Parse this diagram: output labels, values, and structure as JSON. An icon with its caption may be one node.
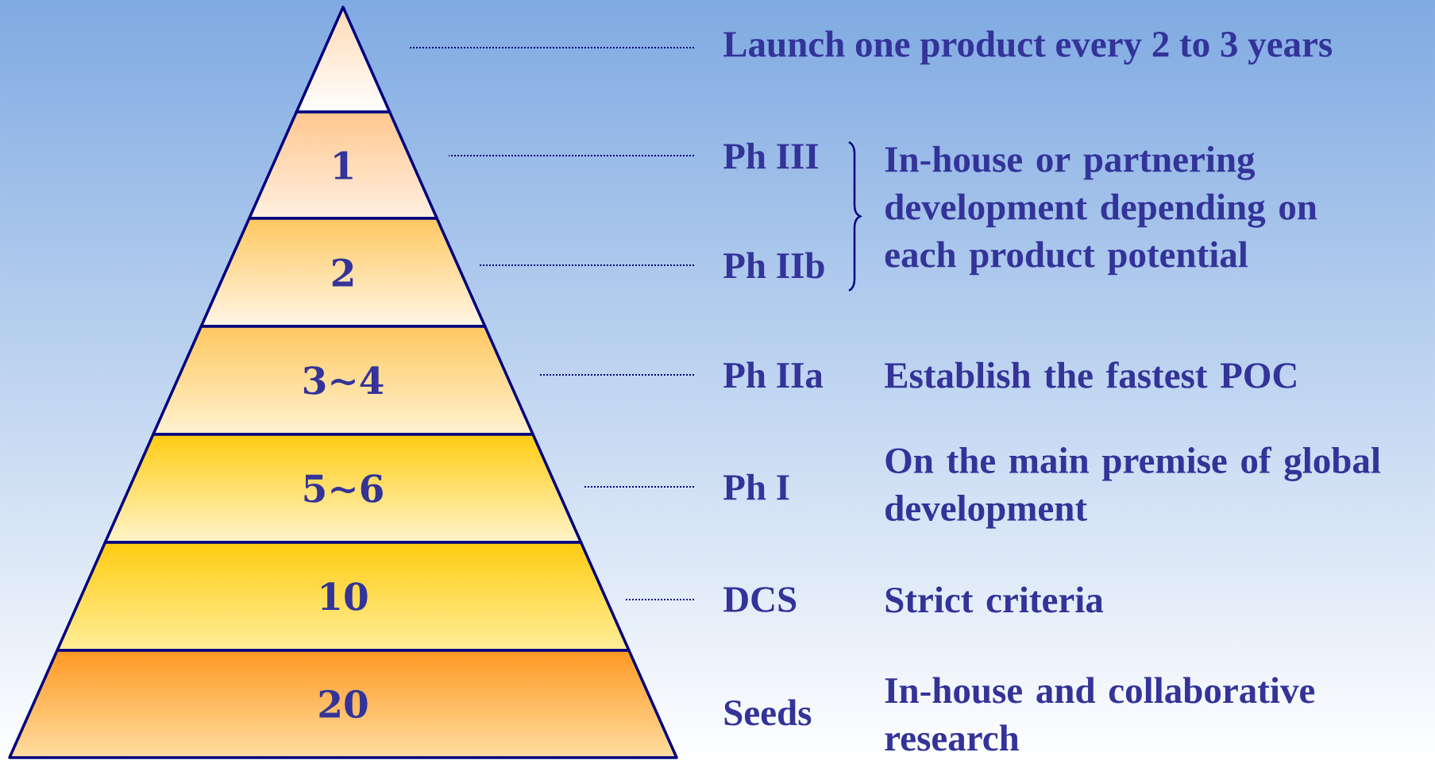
{
  "diagram": {
    "nodes": [
      {
        "text": [],
        "shape": "triangle"
      },
      {
        "text": [
          "1"
        ]
      },
      {
        "text": [
          "2"
        ]
      },
      {
        "text": [
          "3∼4"
        ]
      },
      {
        "text": [
          "5∼6"
        ]
      },
      {
        "text": [
          "10"
        ]
      },
      {
        "text": [
          "20"
        ]
      },
      {
        "text": [
          "Launch one product every 2 to 3 years"
        ]
      },
      {
        "text": [
          "Ph III"
        ]
      },
      {
        "text": [
          "Ph IIb"
        ]
      },
      {
        "text": [
          "Ph IIa"
        ]
      },
      {
        "text": [
          "Ph I"
        ]
      },
      {
        "text": [
          "DCS"
        ]
      }
    ],
    "edges": [
      {
        "from": 7,
        "to": 0,
        "arrow": "none"
      },
      {
        "from": 8,
        "to": 1,
        "arrow": "none"
      },
      {
        "from": 9,
        "to": 2,
        "arrow": "none"
      },
      {
        "from": 10,
        "to": 3,
        "arrow": "none"
      },
      {
        "from": 11,
        "to": 4,
        "arrow": "none"
      },
      {
        "from": 12,
        "to": 5,
        "arrow": "none"
      }
    ],
    "labels": [
      "In-house or partnering development depending on each product potential",
      "Establish the fastest POC",
      "On the main premise of global development",
      "Strict criteria",
      "Seeds",
      "In-house and collaborative research"
    ]
  }
}
